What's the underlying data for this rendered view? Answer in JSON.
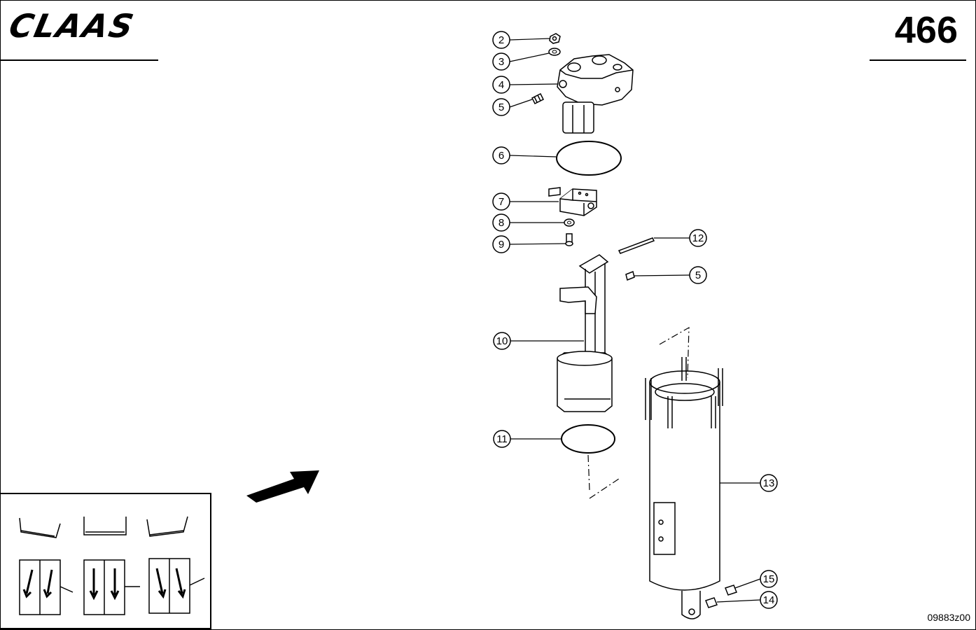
{
  "header": {
    "brand": "CLAAS",
    "page_number": "466"
  },
  "footer": {
    "drawing_code": "09883z00"
  },
  "callouts": [
    {
      "label": "2"
    },
    {
      "label": "3"
    },
    {
      "label": "4"
    },
    {
      "label": "5"
    },
    {
      "label": "6"
    },
    {
      "label": "7"
    },
    {
      "label": "8"
    },
    {
      "label": "9"
    },
    {
      "label": "12"
    },
    {
      "label": "5"
    },
    {
      "label": "10"
    },
    {
      "label": "11"
    },
    {
      "label": "13"
    },
    {
      "label": "15"
    },
    {
      "label": "14"
    }
  ]
}
